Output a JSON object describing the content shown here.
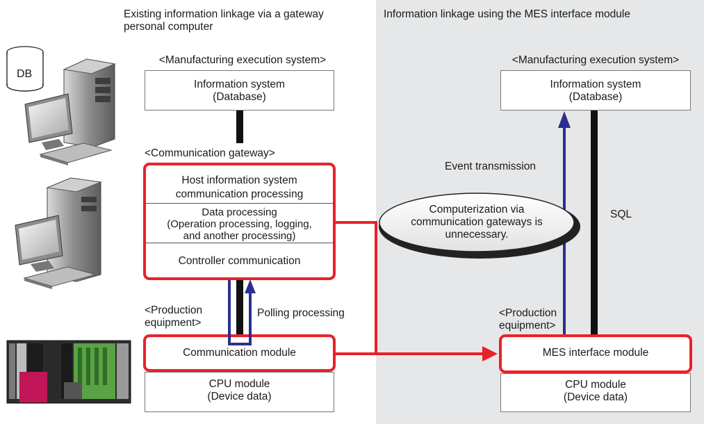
{
  "left_panel": {
    "heading_line1": "Existing information linkage via a gateway",
    "heading_line2": "personal computer",
    "mes_label": "<Manufacturing execution system>",
    "info_system_line1": "Information system",
    "info_system_line2": "(Database)",
    "gateway_label": "<Communication gateway>",
    "host_comm_line1": "Host information system",
    "host_comm_line2": "communication processing",
    "data_proc_line1": "Data processing",
    "data_proc_line2": "(Operation processing, logging,",
    "data_proc_line3": "and another processing)",
    "controller_comm": "Controller communication",
    "production_line1": "<Production",
    "production_line2": "equipment>",
    "polling": "Polling processing",
    "comm_module": "Communication module",
    "cpu_line1": "CPU module",
    "cpu_line2": "(Device data)",
    "db_label": "DB"
  },
  "right_panel": {
    "heading": "Information linkage using the MES interface module",
    "mes_label": "<Manufacturing execution system>",
    "info_system_line1": "Information system",
    "info_system_line2": "(Database)",
    "event_transmission": "Event transmission",
    "sql": "SQL",
    "callout_line1": "Computerization via",
    "callout_line2": "communication gateways is",
    "callout_line3": "unnecessary.",
    "production_line1": "<Production",
    "production_line2": "equipment>",
    "mes_module": "MES interface module",
    "cpu_line1": "CPU module",
    "cpu_line2": "(Device data)"
  },
  "colors": {
    "accent_red": "#e8212a",
    "arrow_blue": "#2b2f8f",
    "panel_gray": "#e6e7e8",
    "pc_gray": "#8a8a8a"
  }
}
